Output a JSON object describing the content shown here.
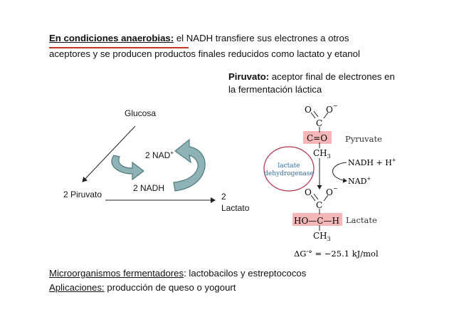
{
  "header": {
    "bold_lead": "En condiciones anaerobias:",
    "line1_rest": " el NADH transfiere sus electrones a otros",
    "line2": "aceptores y se producen productos finales reducidos como lactato y etanol"
  },
  "piruvato_note": {
    "bold": "Piruvato:",
    "rest_line1": " aceptor final de electrones en",
    "line2": "la fermentación láctica"
  },
  "diagram": {
    "glucosa": "Glucosa",
    "nad_plus": "2 NAD",
    "nad_plus_sup": "+",
    "nadh": "2 NADH",
    "piruvato": "2 Piruvato",
    "lactato_num": "2",
    "lactato_word": "Lactato"
  },
  "reaction": {
    "o_left": "O",
    "o_right": "O",
    "o_minus": "−",
    "c_top": "C",
    "c_eq_o": "C=O",
    "ch3_top": "CH",
    "ch3_sub": "3",
    "pyruvate": "Pyruvate",
    "nadh_h": "NADH + H",
    "nadh_h_sup": "+",
    "nad_plus": "NAD",
    "nad_plus_sup": "+",
    "enzyme_line1": "lactate",
    "enzyme_line2": "dehydrogenase",
    "c_lower": "C",
    "ho_c_h": "HO—C—H",
    "ch3_bottom": "CH",
    "ch3_bottom_sub": "3",
    "lactate": "Lactate",
    "delta_g": "ΔG′° = −25.1 kJ/mol"
  },
  "footer": {
    "micro_label": "Microorganismos fermentadores",
    "micro_rest": ": lactobacilos y estreptococos",
    "apps_label": "Aplicaciones:",
    "apps_rest": " producción de queso o yogourt"
  },
  "colors": {
    "accent_red": "#c0392b",
    "teal": "#8fb3b5",
    "teal_dark": "#4f7b7f",
    "highlight": "#f4b6b6",
    "enzyme_circle": "#b0304a",
    "enzyme_text": "#2f6fa8"
  }
}
